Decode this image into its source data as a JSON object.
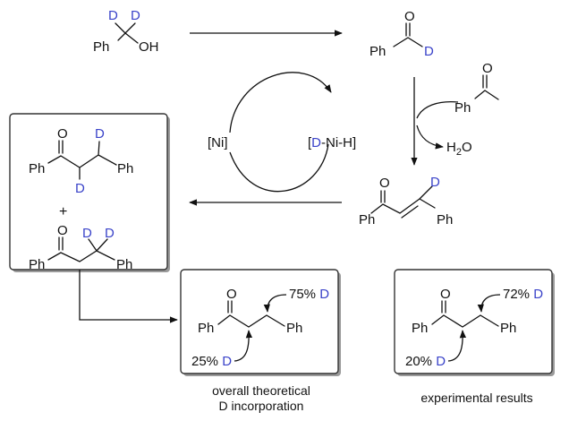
{
  "colors": {
    "deuterium": "#3a43c9",
    "ink": "#111111"
  },
  "labels": {
    "D": "D",
    "Ph": "Ph",
    "OH": "OH",
    "O": "O",
    "plus": "+",
    "ni": "[Ni]",
    "dni_open": "[",
    "dni_rest": "-Ni-H]",
    "h2o_h": "H",
    "h2o_2": "2",
    "h2o_o": "O"
  },
  "theoretical": {
    "top": "75%",
    "bottom": "25%",
    "caption_line1": "overall theoretical",
    "caption_line2": "D incorporation"
  },
  "experimental": {
    "top": "72%",
    "bottom": "20%",
    "caption": "experimental results"
  }
}
